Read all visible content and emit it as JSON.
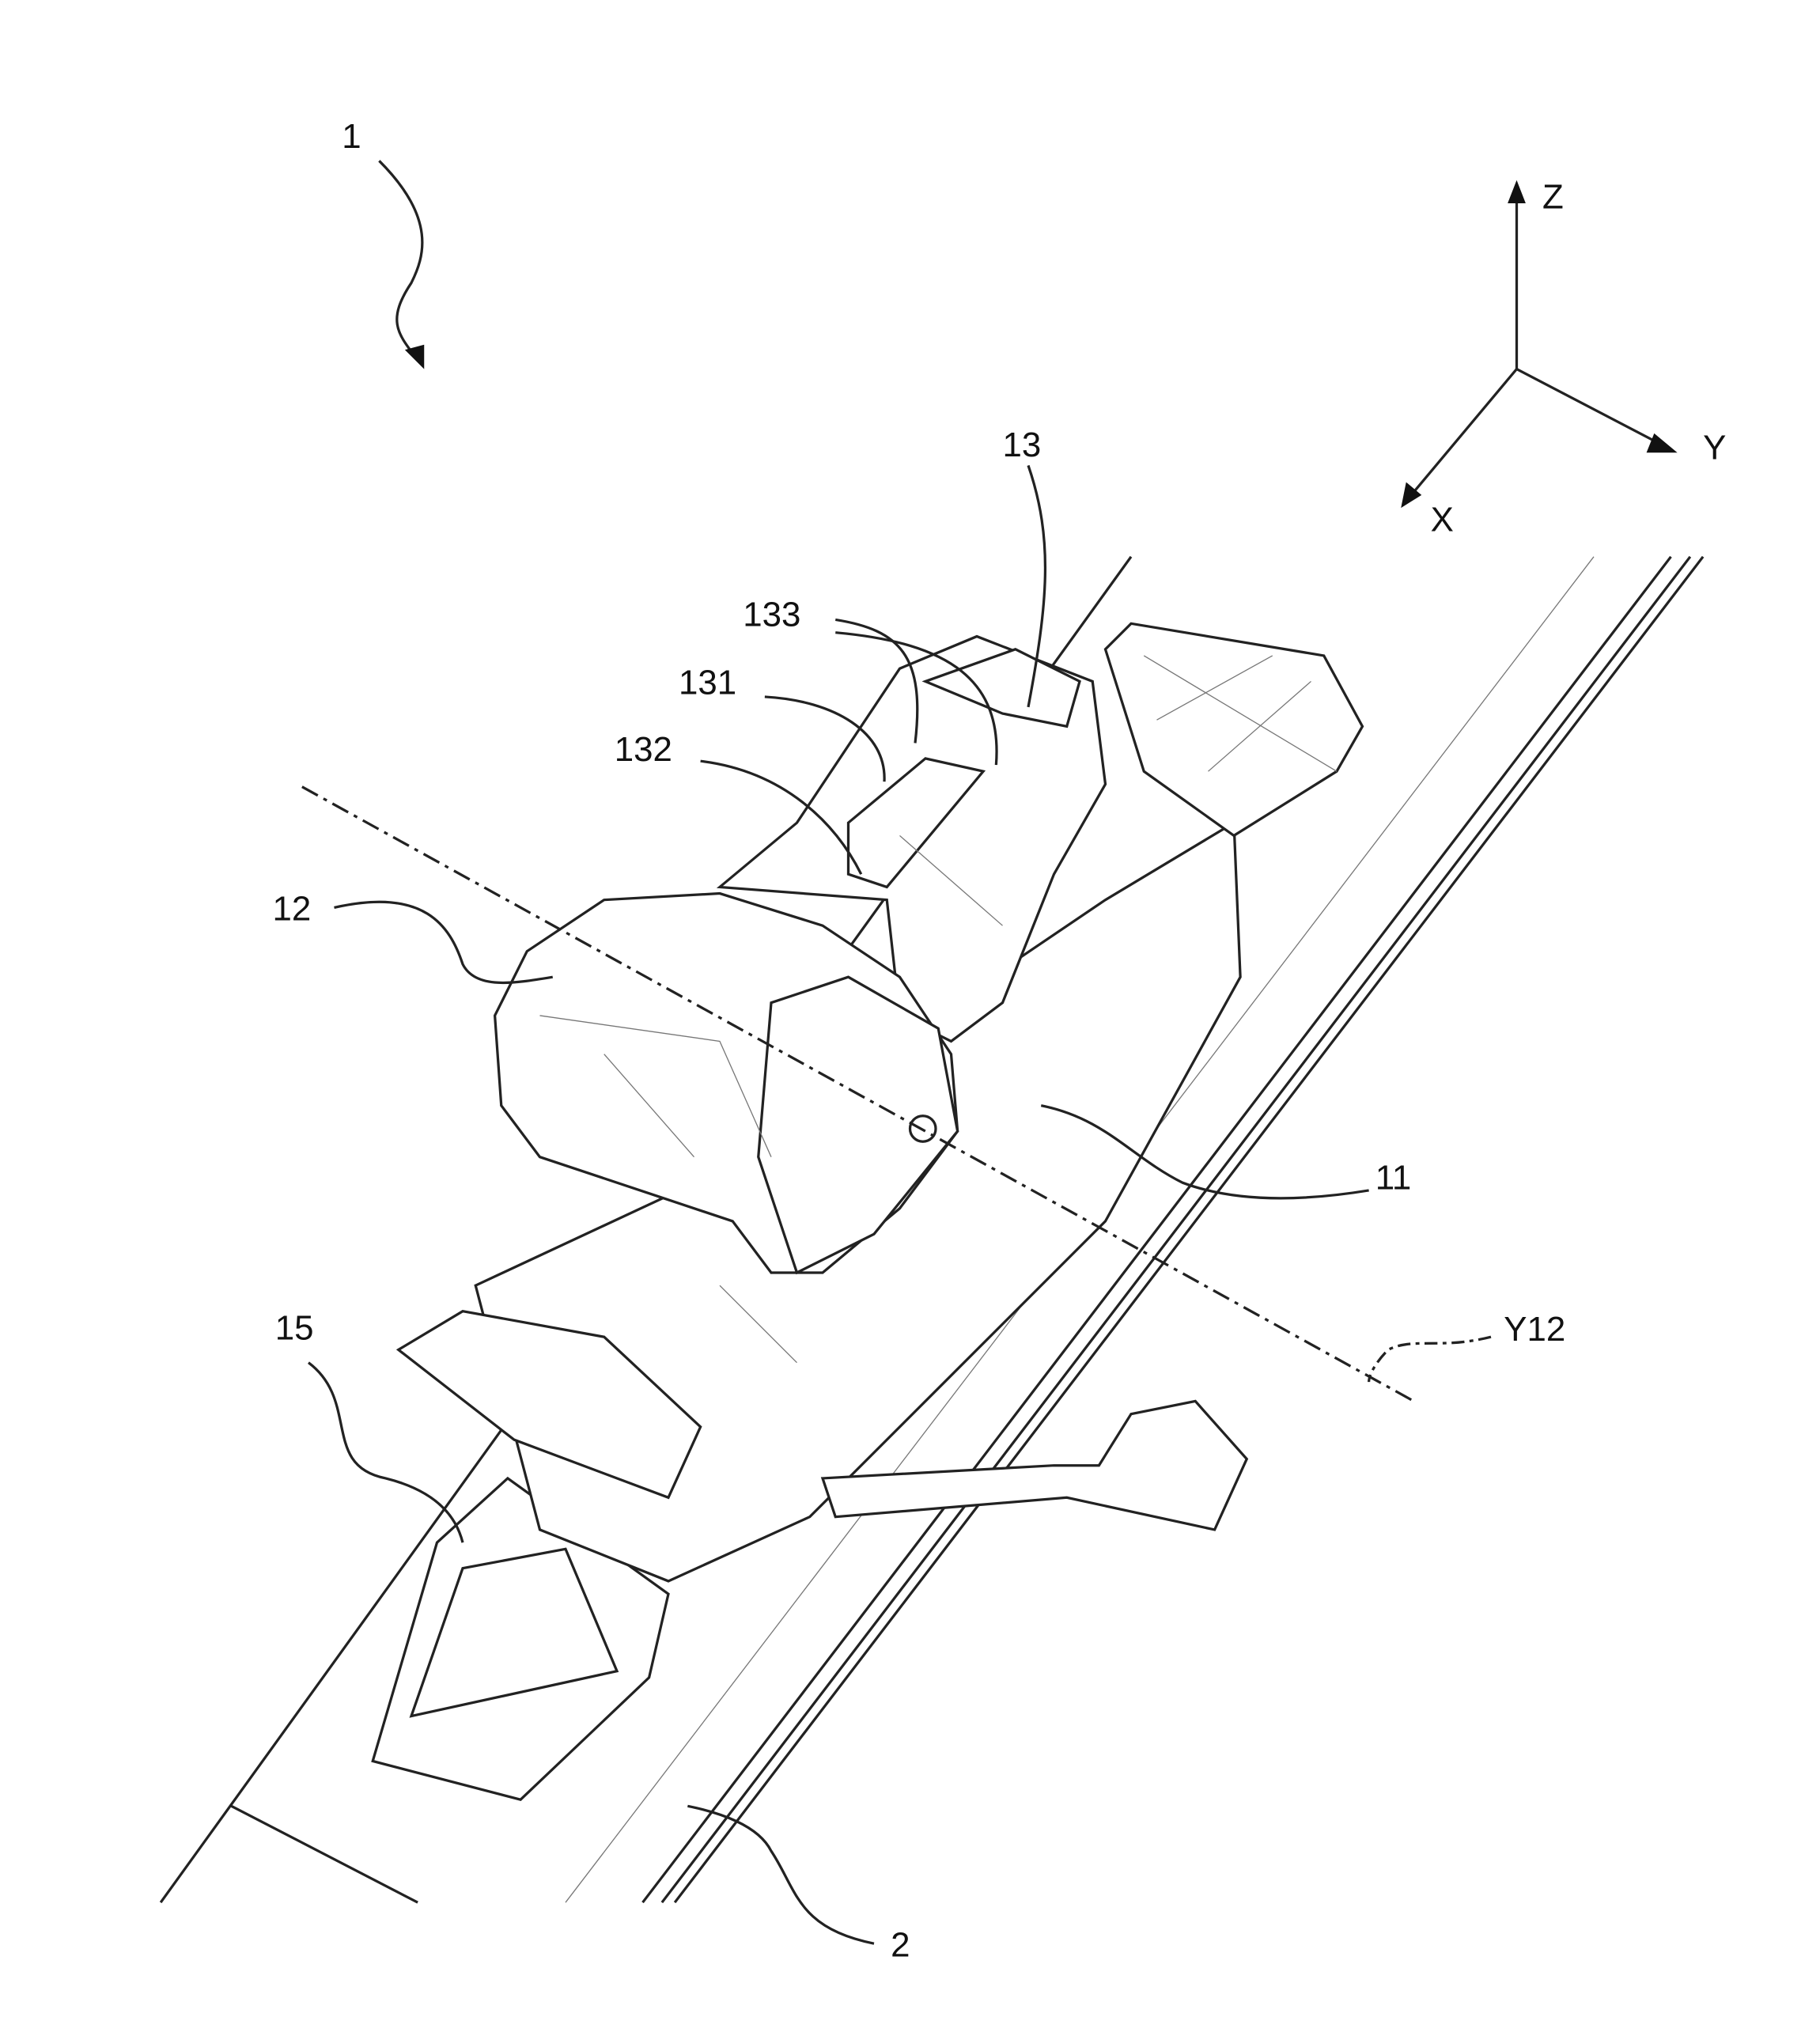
{
  "figure": {
    "reference_labels": {
      "device": "1",
      "ski": "2",
      "base": "11",
      "jaw": "12",
      "lever": "13",
      "element_131": "131",
      "element_132": "132",
      "element_133": "133",
      "front_part": "15",
      "axis": "Y12"
    },
    "axes": {
      "x": "X",
      "y": "Y",
      "z": "Z"
    }
  }
}
